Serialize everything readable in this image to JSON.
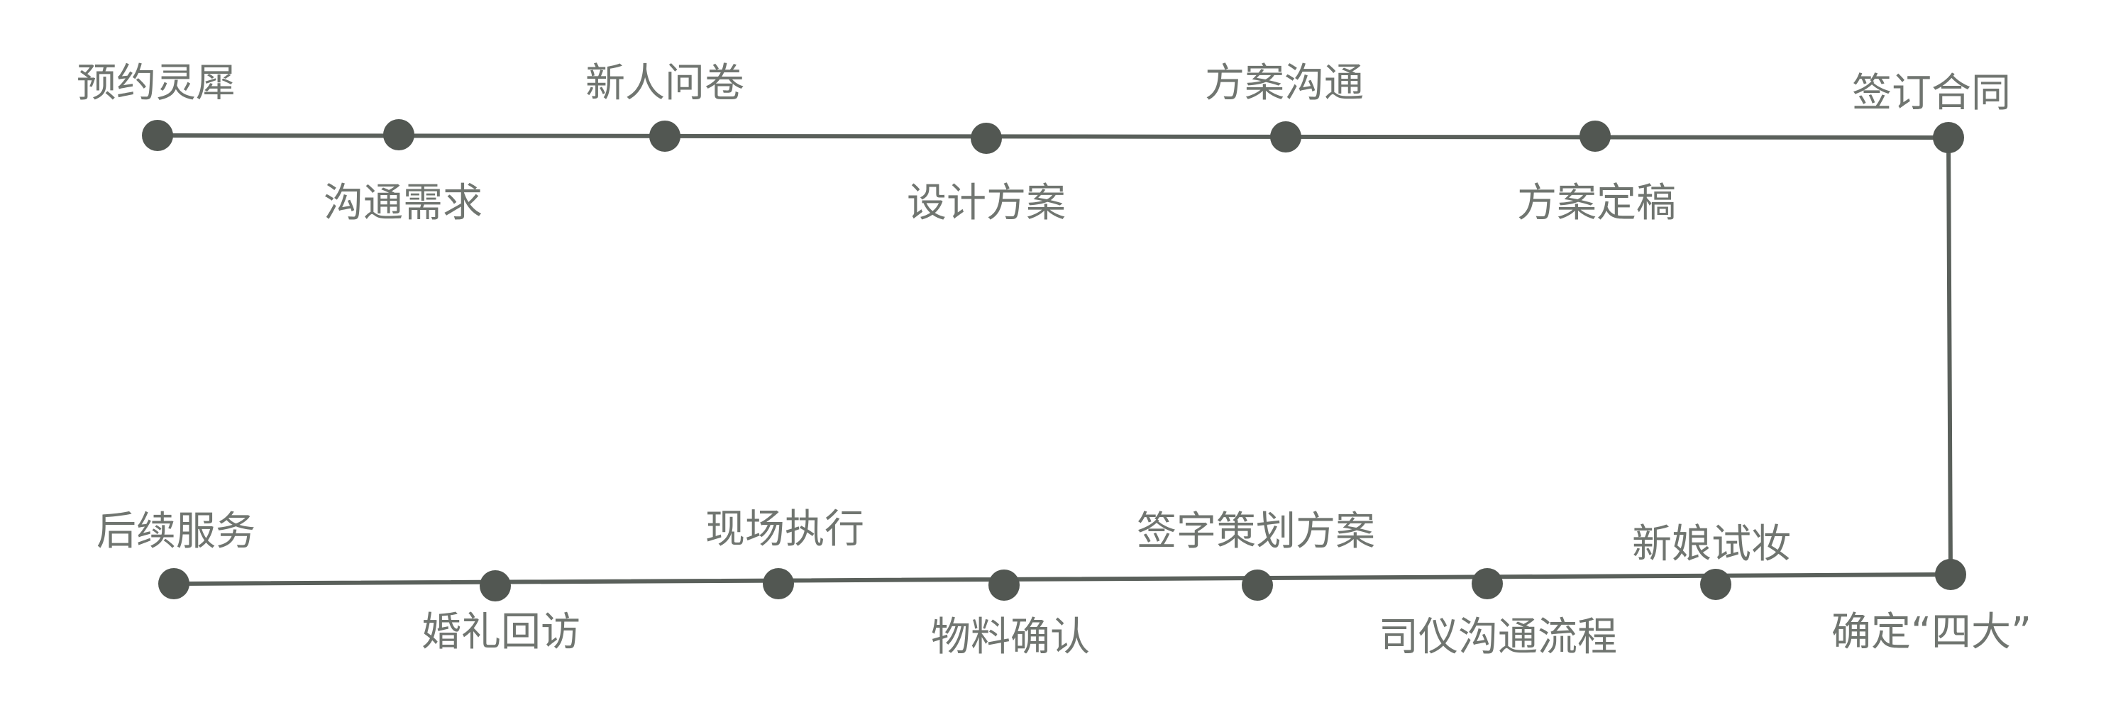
{
  "diagram": {
    "type": "process-flow",
    "colors": {
      "line": "#5a605b",
      "node": "#525752",
      "text": "#707570",
      "background": "#ffffff"
    },
    "top_row": [
      "预约灵犀",
      "沟通需求",
      "新人问卷",
      "设计方案",
      "方案沟通",
      "方案定稿",
      "签订合同"
    ],
    "bottom_row": [
      "确定“四大”",
      "新娘试妆",
      "司仪沟通流程",
      "签字策划方案",
      "物料确认",
      "现场执行",
      "婚礼回访",
      "后续服务"
    ]
  }
}
